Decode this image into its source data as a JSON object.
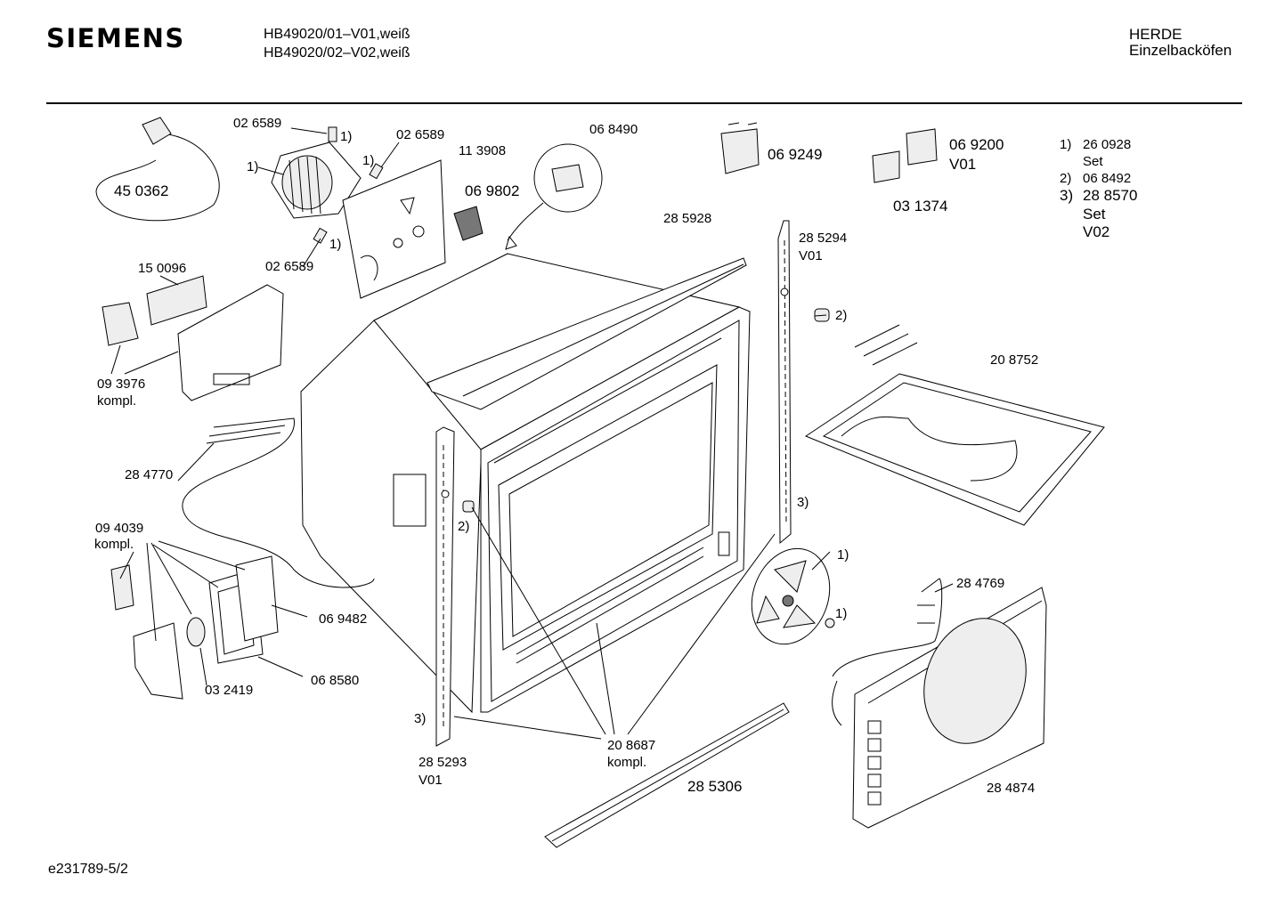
{
  "header": {
    "brand": "SIEMENS",
    "model_line_1": "HB49020/01–V01,weiß",
    "model_line_2": "HB49020/02–V02,weiß",
    "category_line_1": "HERDE",
    "category_line_2": "Einzelbacköfen"
  },
  "footnotes": [
    {
      "marker": "1)",
      "part": "26 0928",
      "note": "Set"
    },
    {
      "marker": "2)",
      "part": "06 8492",
      "note": ""
    },
    {
      "marker": "3)",
      "part": "28 8570",
      "note": "Set",
      "note2": "V02"
    }
  ],
  "labels": {
    "cable": "45 0362",
    "clip_top": "02 6589",
    "clip_mid": "02 6589",
    "clip_low": "02 6589",
    "motor_ref": "1)",
    "clip_top_ref": "1)",
    "clip_mid_ref": "1)",
    "clip_low_ref": "1)",
    "panel": "11 3908",
    "thermostat": "06 8490",
    "relay": "06 9802",
    "switch_block": "06 9249",
    "switch_pair": "06 9200",
    "switch_pair_variant": "V01",
    "switch_pair_base": "03 1374",
    "top_strip": "28 5928",
    "right_rail": "28 5294",
    "right_rail_variant": "V01",
    "knob_ref": "2)",
    "grill_heater": "20 8752",
    "switch_set": "15 0096",
    "switch_set_sub": "09 3976",
    "switch_set_kompl": "kompl.",
    "lower_heater": "28 4770",
    "lamp_set": "09 4039",
    "lamp_set_kompl": "kompl.",
    "lamp_cover": "06 9482",
    "lamp_seal": "06 8580",
    "bulb": "03 2419",
    "knob_left_ref": "2)",
    "right_rail_ref": "3)",
    "fan_ref": "1)",
    "fan_nut_ref": "1)",
    "rear_heater": "28 4769",
    "left_rail_ref": "3)",
    "left_rail": "28 5293",
    "left_rail_variant": "V01",
    "frame": "20 8687",
    "frame_kompl": "kompl.",
    "bottom_strip": "28 5306",
    "fan_cover": "28 4874"
  },
  "footer": {
    "code": "e231789-5/2"
  }
}
